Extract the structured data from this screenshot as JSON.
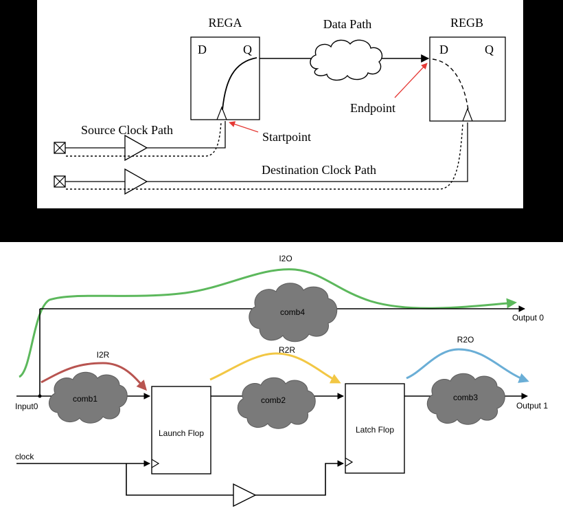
{
  "top_diagram": {
    "rega": {
      "title": "REGA",
      "d": "D",
      "q": "Q"
    },
    "regb": {
      "title": "REGB",
      "d": "D",
      "q": "Q"
    },
    "data_path_label": "Data Path",
    "endpoint_label": "Endpoint",
    "startpoint_label": "Startpoint",
    "source_clock_label": "Source Clock Path",
    "dest_clock_label": "Destination Clock Path"
  },
  "bottom_diagram": {
    "input_label": "Input0",
    "clock_label": "clock",
    "output0_label": "Output 0",
    "output1_label": "Output 1",
    "clouds": {
      "comb1": "comb1",
      "comb2": "comb2",
      "comb3": "comb3",
      "comb4": "comb4"
    },
    "launch_flop": "Launch Flop",
    "latch_flop": "Latch Flop",
    "paths": {
      "i2o": "I2O",
      "i2r": "I2R",
      "r2r": "R2R",
      "r2o": "R2O"
    }
  },
  "colors": {
    "frame": "#000000",
    "arrow_red": "#e53935",
    "cloud_gray": "#7a7a7a",
    "i2o_green": "#5cb85c",
    "i2r_red": "#b85450",
    "r2r_yellow": "#f2c744",
    "r2o_blue": "#6aaed6"
  }
}
